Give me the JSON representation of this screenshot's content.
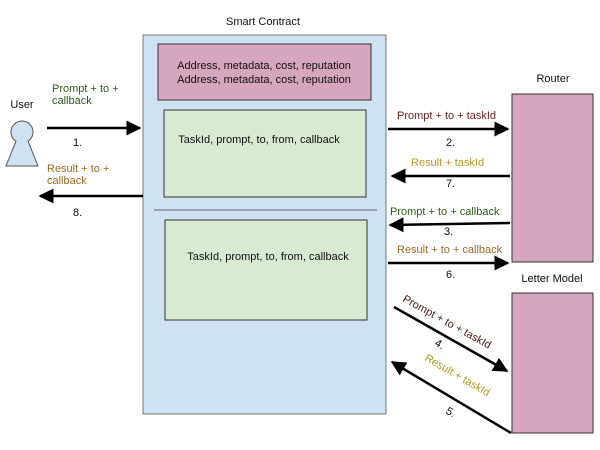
{
  "title": "Smart Contract",
  "actors": {
    "user": "User",
    "router": "Router",
    "model": "Letter Model"
  },
  "contract": {
    "registry_lines": [
      "Address, metadata, cost, reputation",
      "Address, metadata, cost, reputation"
    ],
    "task_boxes": [
      "TaskId, prompt, to, from, callback",
      "TaskId, prompt, to, from, callback"
    ]
  },
  "arrows": [
    {
      "step": "1.",
      "label_lines": [
        "Prompt + to +",
        "callback"
      ],
      "color": "#2e5a1c"
    },
    {
      "step": "2.",
      "label_lines": [
        "Prompt + to + taskId"
      ],
      "color": "#6b1f1f"
    },
    {
      "step": "3.",
      "label_lines": [
        "Prompt + to + callback"
      ],
      "color": "#2e5a1c"
    },
    {
      "step": "4.",
      "label_lines": [
        "Prompt + to + taskId"
      ],
      "color": "#4a1818"
    },
    {
      "step": "5.",
      "label_lines": [
        "Result + taskId"
      ],
      "color": "#b59a1e"
    },
    {
      "step": "6.",
      "label_lines": [
        "Result + to + callback"
      ],
      "color": "#9c6a26"
    },
    {
      "step": "7.",
      "label_lines": [
        "Result + taskId"
      ],
      "color": "#b59a1e"
    },
    {
      "step": "8.",
      "label_lines": [
        "Result + to +",
        "callback"
      ],
      "color": "#9c6a26"
    }
  ],
  "colors": {
    "contract_fill": "#cfe2f3",
    "registry_fill": "#d5a6bd",
    "task_fill": "#d9ead3",
    "actor_fill": "#d5a6bd",
    "user_fill": "#cfe2f3"
  }
}
